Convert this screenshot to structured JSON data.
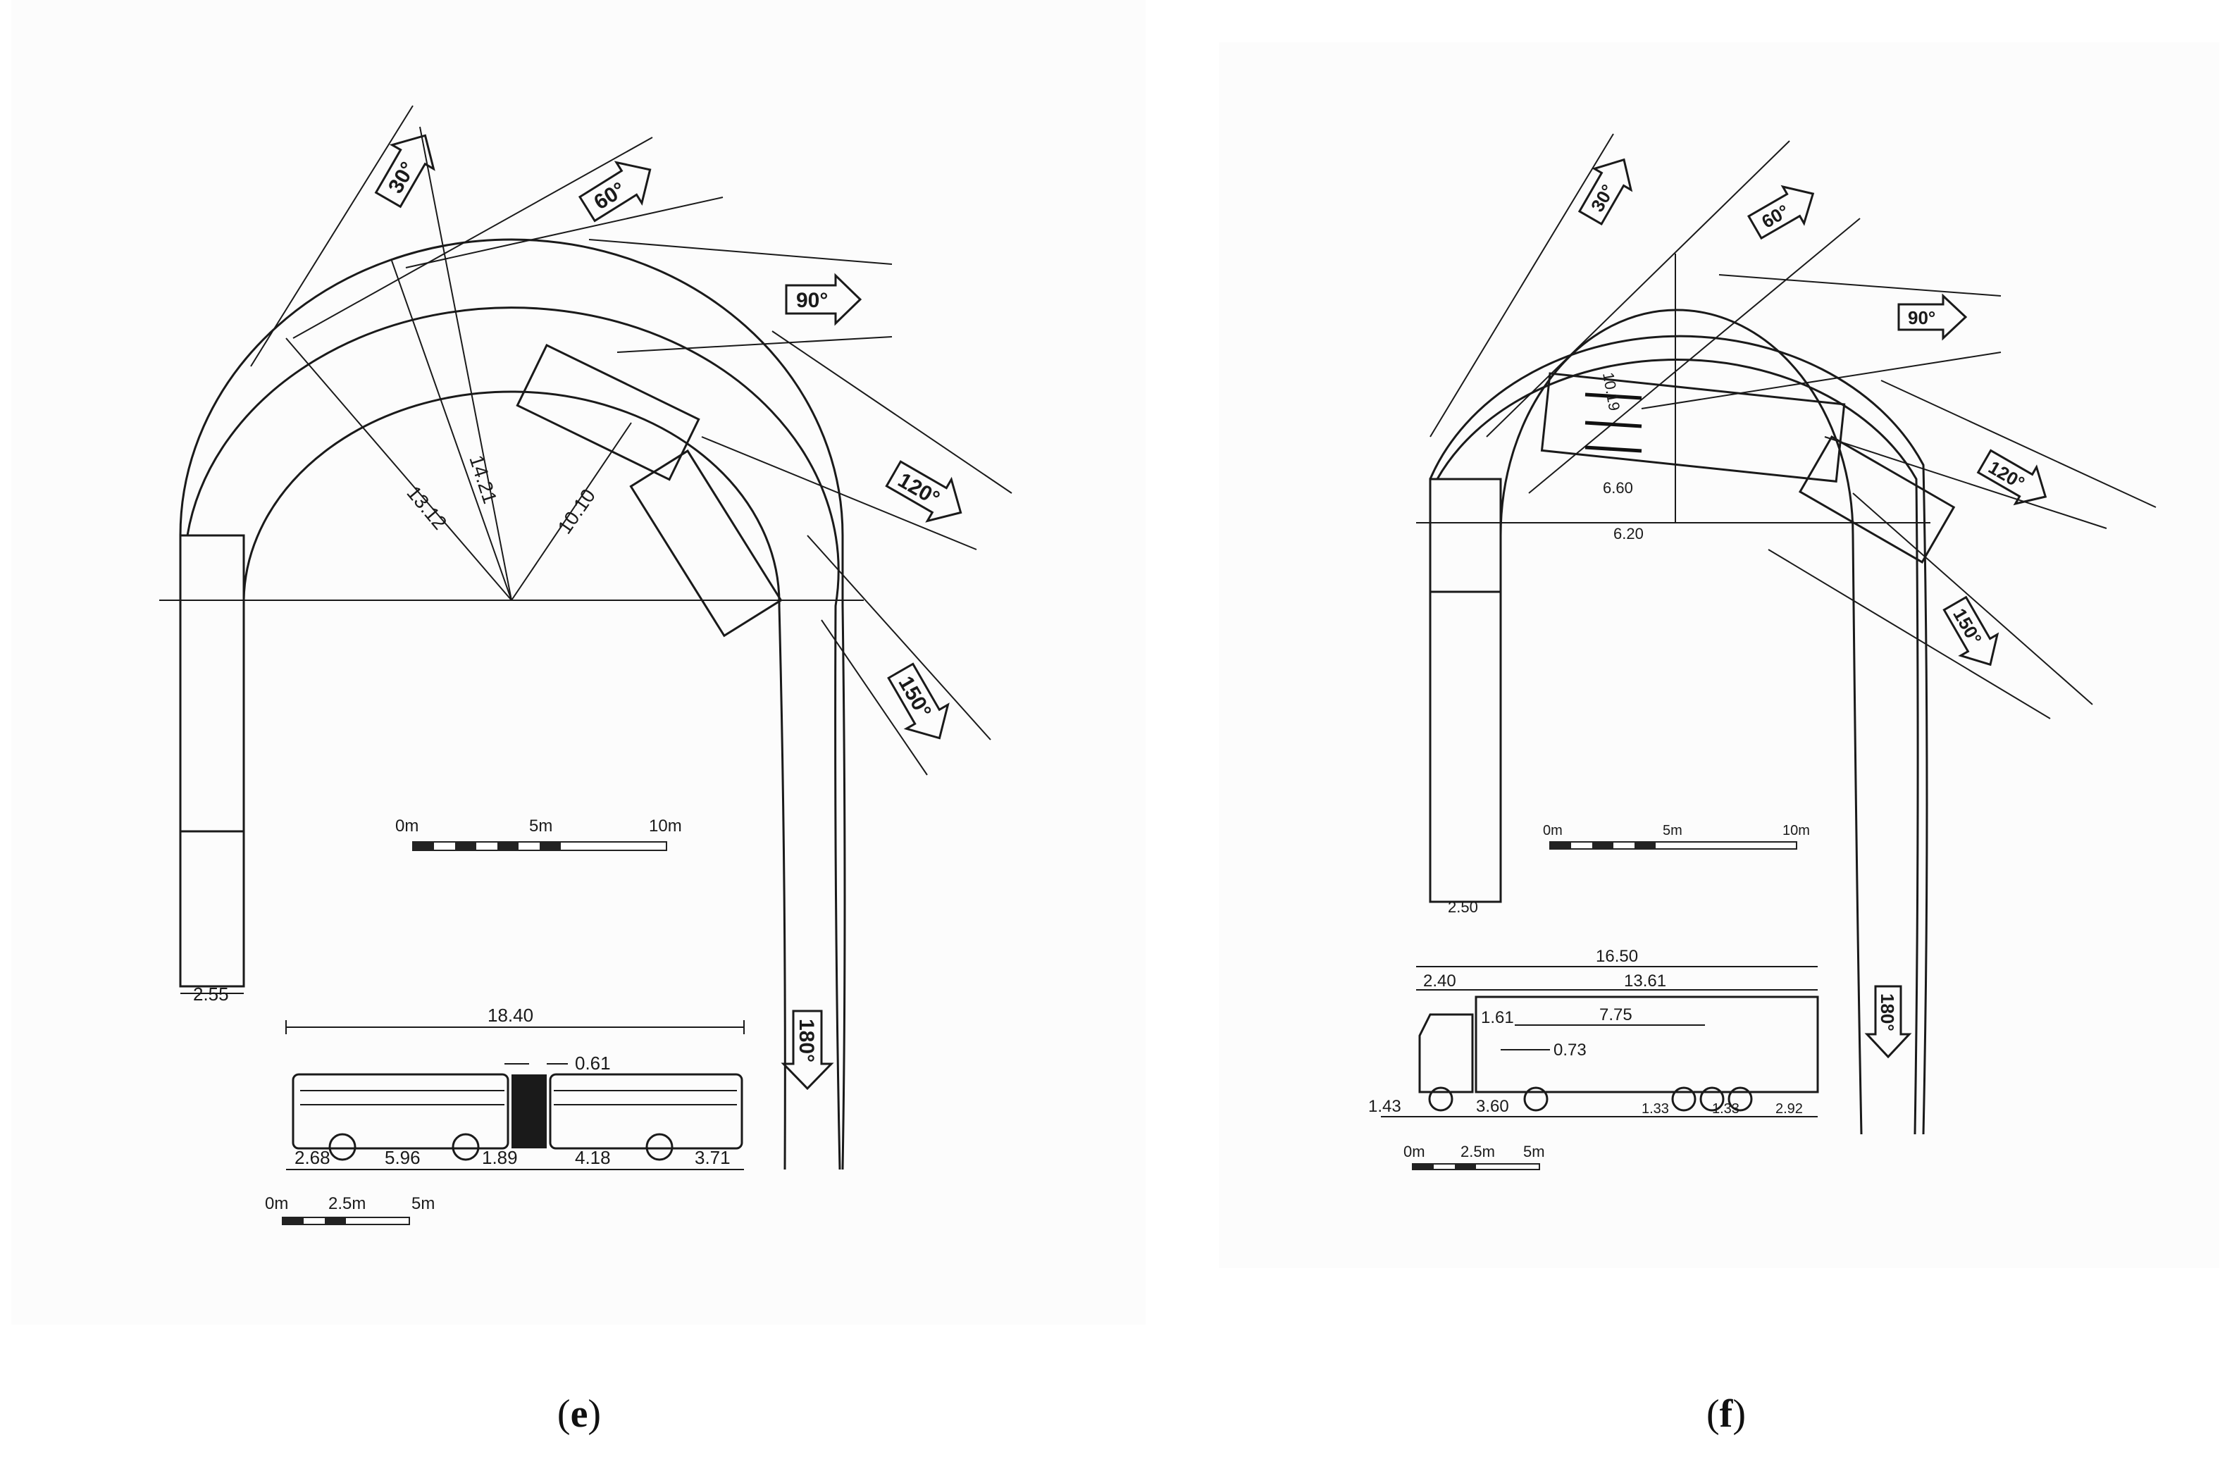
{
  "panel_e": {
    "caption_letter": "e",
    "angle_labels": [
      "30°",
      "60°",
      "90°",
      "120°",
      "150°",
      "180°"
    ],
    "radii": [
      "13.12",
      "14.21",
      "10.10"
    ],
    "width_label": "2.55",
    "scale": {
      "l0": "0m",
      "l1": "5m",
      "l2": "10m"
    },
    "bus": {
      "total": "18.40",
      "joint": "0.61",
      "segments": [
        "2.68",
        "5.96",
        "1.89",
        "4.18",
        "3.71"
      ],
      "scale": {
        "l0": "0m",
        "l1": "2.5m",
        "l2": "5m"
      }
    }
  },
  "panel_f": {
    "caption_letter": "f",
    "angle_labels": [
      "30°",
      "60°",
      "90°",
      "120°",
      "150°",
      "180°"
    ],
    "radii": [
      "10.19",
      "6.60",
      "6.20"
    ],
    "width_label": "2.50",
    "scale": {
      "l0": "0m",
      "l1": "5m",
      "l2": "10m"
    },
    "truck": {
      "total": "16.50",
      "cab": "2.40",
      "trailer": "13.61",
      "kingpin": "1.61",
      "wheelbase_t": "7.75",
      "offset": "0.73",
      "front_overhang": "1.43",
      "wheelbase": "3.60",
      "axle_a": "1.33",
      "axle_b": "1.33",
      "rear": "2.92",
      "scale": {
        "l0": "0m",
        "l1": "2.5m",
        "l2": "5m"
      }
    }
  }
}
